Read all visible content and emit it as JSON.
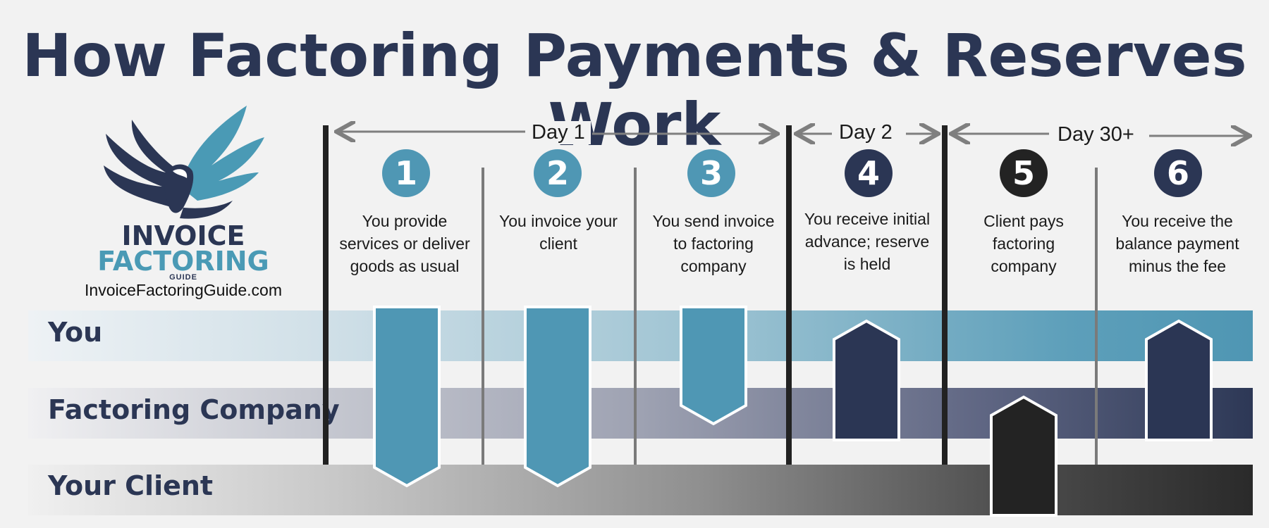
{
  "title": "How Factoring Payments & Reserves Work",
  "logo": {
    "line1": "INVOICE",
    "line2": "FACTORING",
    "line3": "GUIDE",
    "url": "InvoiceFactoringGuide.com",
    "icon": "eagle-icon",
    "colors": {
      "navy": "#2b3654",
      "teal": "#4a9ab5"
    }
  },
  "lanes": {
    "you": "You",
    "factoring": "Factoring Company",
    "client": "Your Client"
  },
  "days": {
    "day1": "Day 1",
    "day2": "Day 2",
    "day30": "Day 30+"
  },
  "steps": [
    {
      "number": "1",
      "text_lines": [
        "You  provide",
        "services or deliver",
        "goods as usual"
      ],
      "color": "#4f97b4"
    },
    {
      "number": "2",
      "text_lines": [
        "You invoice your",
        "client"
      ],
      "color": "#4f97b4"
    },
    {
      "number": "3",
      "text_lines": [
        "You send invoice",
        "to factoring",
        "company"
      ],
      "color": "#4f97b4"
    },
    {
      "number": "4",
      "text_lines": [
        "You receive initial",
        "advance; reserve",
        "is held"
      ],
      "color": "#2b3654"
    },
    {
      "number": "5",
      "text_lines": [
        "Client pays",
        "factoring",
        "company"
      ],
      "color": "#232323"
    },
    {
      "number": "6",
      "text_lines": [
        "You receive the",
        "balance payment",
        "minus the fee"
      ],
      "color": "#2b3654"
    }
  ]
}
